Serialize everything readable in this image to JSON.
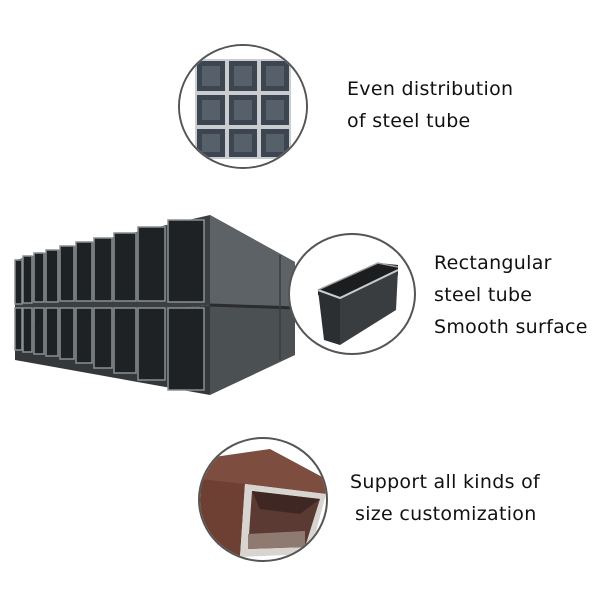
{
  "features": [
    {
      "image": "square-tube-grid-icon",
      "lines": [
        "Even distribution",
        "of steel tube"
      ]
    },
    {
      "image": "rectangular-tube-icon",
      "lines": [
        "Rectangular",
        "steel tube",
        "Smooth surface"
      ]
    },
    {
      "image": "rusty-tube-icon",
      "lines": [
        "Support all kinds of",
        "size customization"
      ]
    }
  ],
  "main_image": "stacked-rectangular-steel-tubes",
  "colors": {
    "text": "#111111",
    "circle_border": "#555555",
    "steel_dark": "#2e3133",
    "steel_mid": "#5a5f62",
    "rust": "#7a4a3c"
  }
}
